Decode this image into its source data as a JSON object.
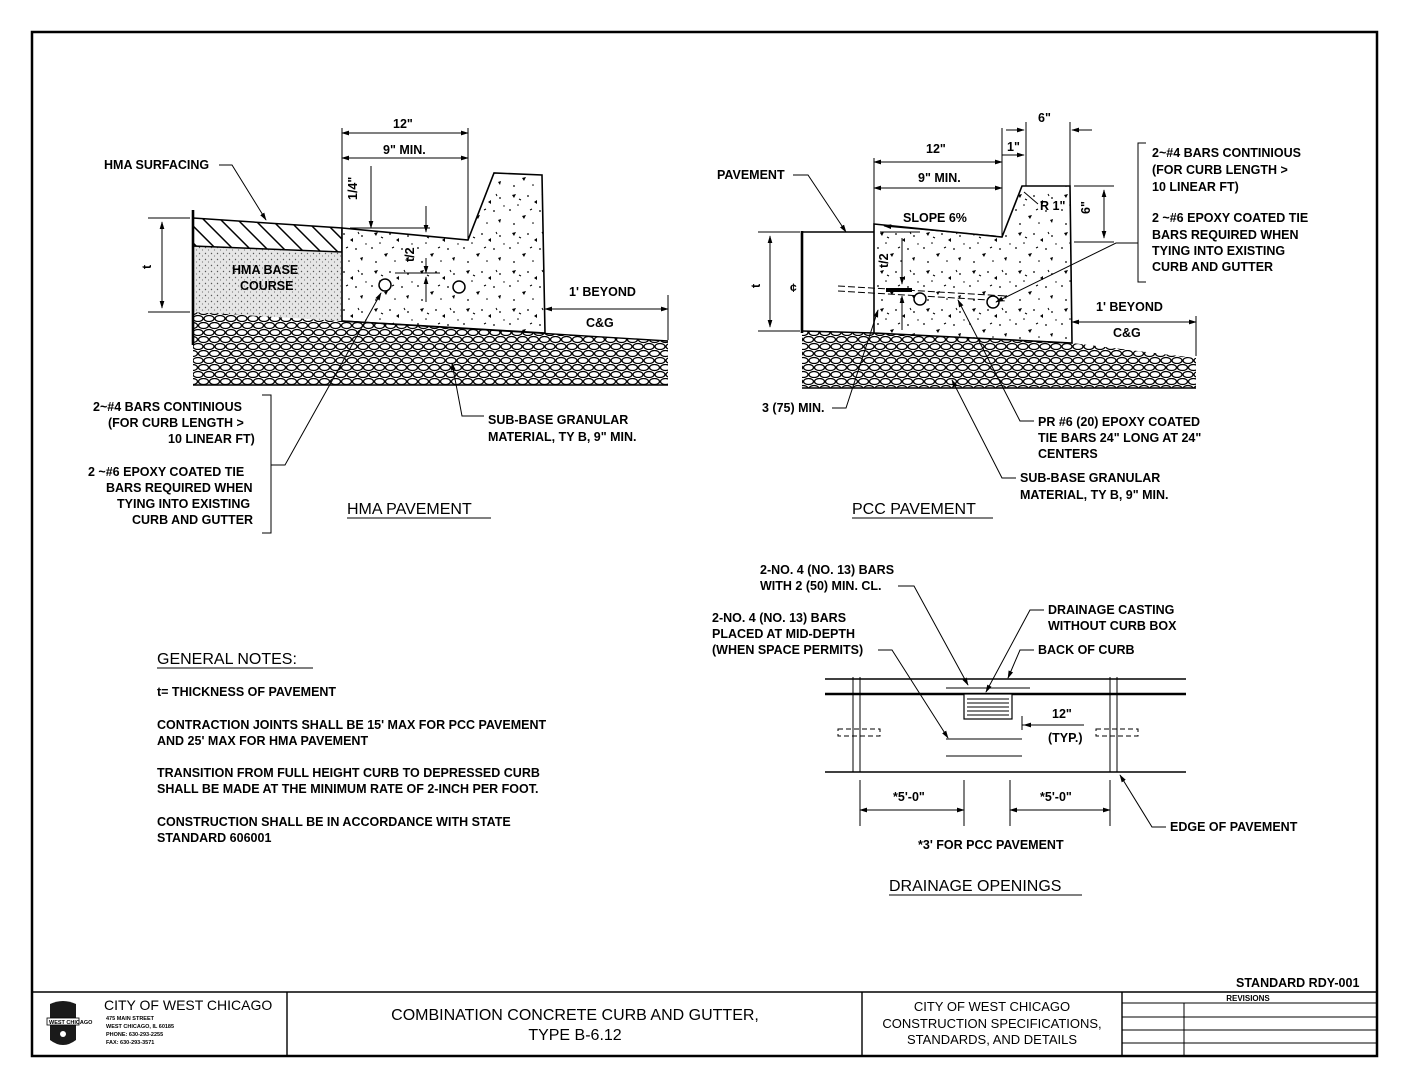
{
  "hma": {
    "title": "HMA PAVEMENT",
    "surfacing": "HMA SURFACING",
    "base_course_1": "HMA BASE",
    "base_course_2": "COURSE",
    "thickness": "t",
    "dim_12": "12\"",
    "dim_9min": "9\" MIN.",
    "dim_quarter": "1/4\"",
    "dim_half_t": "t/2",
    "beyond": "1' BEYOND",
    "cg": "C&G",
    "subbase_1": "SUB-BASE GRANULAR",
    "subbase_2": "MATERIAL, TY B, 9\" MIN.",
    "bars_1": "2~#4  BARS CONTINIOUS",
    "bars_2": "(FOR CURB LENGTH  >",
    "bars_3": "10 LINEAR FT)",
    "tie_1": "2 ~#6 EPOXY COATED TIE",
    "tie_2": "BARS REQUIRED WHEN",
    "tie_3": "TYING INTO EXISTING",
    "tie_4": "CURB AND GUTTER"
  },
  "pcc": {
    "title": "PCC PAVEMENT",
    "pavement": "PAVEMENT",
    "thickness": "t",
    "dim_12": "12\"",
    "dim_9min": "9\" MIN.",
    "dim_6": "6\"",
    "dim_1": "1\"",
    "dim_6v": "6\"",
    "radius": "R 1\"",
    "slope": "SLOPE 6%",
    "dim_half_t": "t/2",
    "centerline": "¢",
    "beyond": "1' BEYOND",
    "cg": "C&G",
    "min3": "3 (75) MIN.",
    "pr_1": "PR #6 (20) EPOXY COATED",
    "pr_2": "TIE BARS 24\" LONG AT 24\"",
    "pr_3": "CENTERS",
    "subbase_1": "SUB-BASE GRANULAR",
    "subbase_2": "MATERIAL, TY B, 9\" MIN.",
    "bars_1": "2~#4  BARS CONTINIOUS",
    "bars_2": "(FOR CURB LENGTH  >",
    "bars_3": "10 LINEAR FT)",
    "tie_1": "2 ~#6 EPOXY COATED TIE",
    "tie_2": "BARS REQUIRED WHEN",
    "tie_3": "TYING INTO EXISTING",
    "tie_4": "CURB AND GUTTER"
  },
  "drain": {
    "title": "DRAINAGE OPENINGS",
    "bars_cl_1": "2-NO. 4 (NO. 13) BARS",
    "bars_cl_2": "WITH 2 (50) MIN. CL.",
    "bars_mid_1": "2-NO. 4 (NO. 13) BARS",
    "bars_mid_2": "PLACED AT MID-DEPTH",
    "bars_mid_3": "(WHEN SPACE PERMITS)",
    "casting_1": "DRAINAGE CASTING",
    "casting_2": "WITHOUT CURB BOX",
    "back_of_curb": "BACK OF CURB",
    "dim_12": "12\"",
    "typ": "(TYP.)",
    "dim_left": "*5'-0\"",
    "dim_right": "*5'-0\"",
    "edge": "EDGE OF PAVEMENT",
    "pcc_note": "*3' FOR PCC PAVEMENT"
  },
  "notes": {
    "heading": "GENERAL NOTES:",
    "n1": "t= THICKNESS OF PAVEMENT",
    "n2a": "CONTRACTION JOINTS SHALL BE 15' MAX FOR PCC PAVEMENT",
    "n2b": "AND 25' MAX FOR HMA PAVEMENT",
    "n3a": "TRANSITION FROM FULL HEIGHT CURB TO DEPRESSED CURB",
    "n3b": "SHALL BE MADE AT THE MINIMUM RATE OF 2-INCH PER FOOT.",
    "n4a": "CONSTRUCTION SHALL BE IN ACCORDANCE WITH STATE",
    "n4b": "STANDARD 606001"
  },
  "titleblock": {
    "standard": "STANDARD RDY-001",
    "city": "CITY OF WEST CHICAGO",
    "addr1": "475 MAIN STREET",
    "addr2": "WEST CHICAGO, IL 60185",
    "addr3": "PHONE: 630-293-2255",
    "addr4": "FAX: 630-293-3571",
    "logo_text": "WEST CHICAGO",
    "title1": "COMBINATION CONCRETE CURB AND GUTTER,",
    "title2": "TYPE B-6.12",
    "spec1": "CITY OF WEST CHICAGO",
    "spec2": "CONSTRUCTION SPECIFICATIONS,",
    "spec3": "STANDARDS, AND DETAILS",
    "revisions": "REVISIONS"
  }
}
